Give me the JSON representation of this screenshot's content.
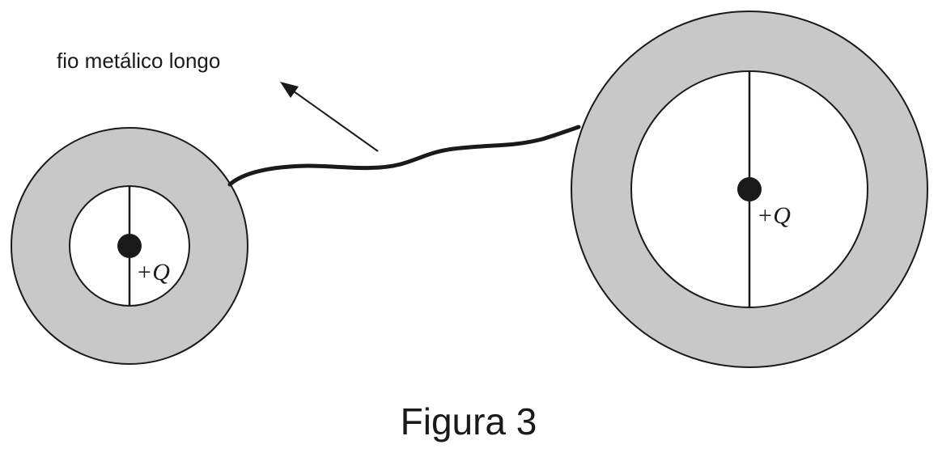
{
  "wire_label": "fio metálico longo",
  "small_sphere": {
    "charge_label": "+Q"
  },
  "large_sphere": {
    "charge_label": "+Q"
  },
  "caption": "Figura 3",
  "colors": {
    "shell_fill": "#c8c8c8",
    "cavity_fill": "#ffffff",
    "stroke": "#1a1a1a"
  }
}
